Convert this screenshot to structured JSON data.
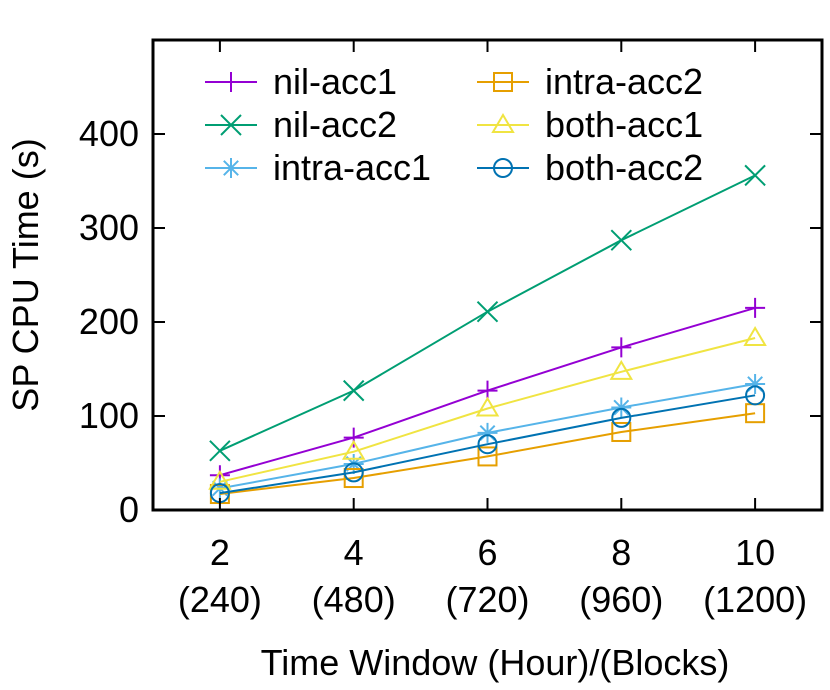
{
  "chart_data": {
    "type": "line",
    "title": "",
    "xlabel": "Time Window (Hour)/(Blocks)",
    "ylabel": "SP CPU Time (s)",
    "x": [
      2,
      4,
      6,
      8,
      10
    ],
    "x_ticks": [
      {
        "value": 2,
        "line1": "2",
        "line2": "(240)"
      },
      {
        "value": 4,
        "line1": "4",
        "line2": "(480)"
      },
      {
        "value": 6,
        "line1": "6",
        "line2": "(720)"
      },
      {
        "value": 8,
        "line1": "8",
        "line2": "(960)"
      },
      {
        "value": 10,
        "line1": "10",
        "line2": "(1200)"
      }
    ],
    "xlim": [
      1,
      11
    ],
    "ylim": [
      0,
      500
    ],
    "y_ticks": [
      {
        "value": 0,
        "label": "0"
      },
      {
        "value": 100,
        "label": "100"
      },
      {
        "value": 200,
        "label": "200"
      },
      {
        "value": 300,
        "label": "300"
      },
      {
        "value": 400,
        "label": "400"
      }
    ],
    "grid": false,
    "legend_position": "top-left",
    "series": [
      {
        "name": "nil-acc1",
        "color": "#9400d3",
        "marker": "plus",
        "values": [
          37,
          77,
          127,
          173,
          215
        ]
      },
      {
        "name": "nil-acc2",
        "color": "#009e73",
        "marker": "cross",
        "values": [
          63,
          127,
          211,
          287,
          356
        ]
      },
      {
        "name": "intra-acc1",
        "color": "#56b4e9",
        "marker": "star",
        "values": [
          23,
          49,
          82,
          109,
          134
        ]
      },
      {
        "name": "intra-acc2",
        "color": "#e69f00",
        "marker": "square",
        "values": [
          17,
          34,
          57,
          83,
          103
        ]
      },
      {
        "name": "both-acc1",
        "color": "#f0e442",
        "marker": "triangle",
        "values": [
          30,
          62,
          108,
          147,
          183
        ]
      },
      {
        "name": "both-acc2",
        "color": "#0072b2",
        "marker": "circle",
        "values": [
          18,
          40,
          70,
          98,
          122
        ]
      }
    ]
  }
}
